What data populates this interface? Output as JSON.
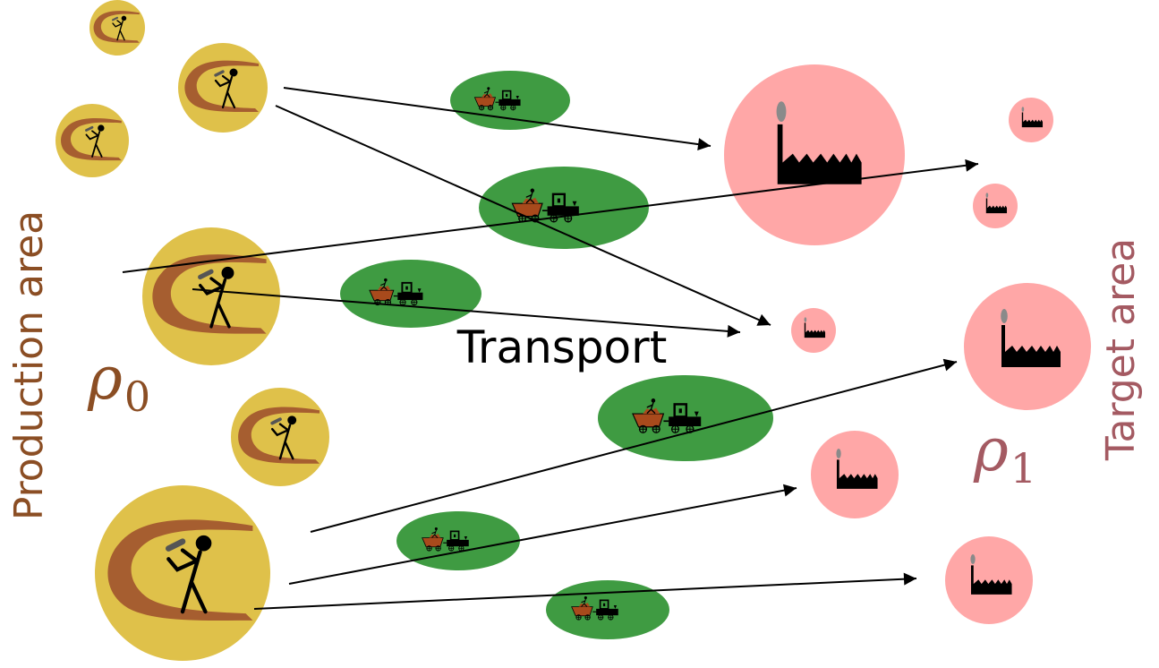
{
  "labels": {
    "production_area": "Production area",
    "target_area": "Target area",
    "transport": "Transport",
    "rho0_symbol": "ρ",
    "rho0_sub": "0",
    "rho1_symbol": "ρ",
    "rho1_sub": "1"
  },
  "colors": {
    "production_text": "#8B4E24",
    "target_text": "#A45A62",
    "mine_fill": "#DFC14A",
    "mine_rock": "#A65E30",
    "factory_circle": "#FFA7A7",
    "transport_fill": "#3F9B42",
    "cart_fill": "#A84A1C",
    "smoke": "#8A8A8A",
    "ink": "#000000"
  },
  "icons": {
    "mine": "miner-digging-icon",
    "factory": "factory-icon",
    "transport": "mine-cart-train-icon"
  }
}
